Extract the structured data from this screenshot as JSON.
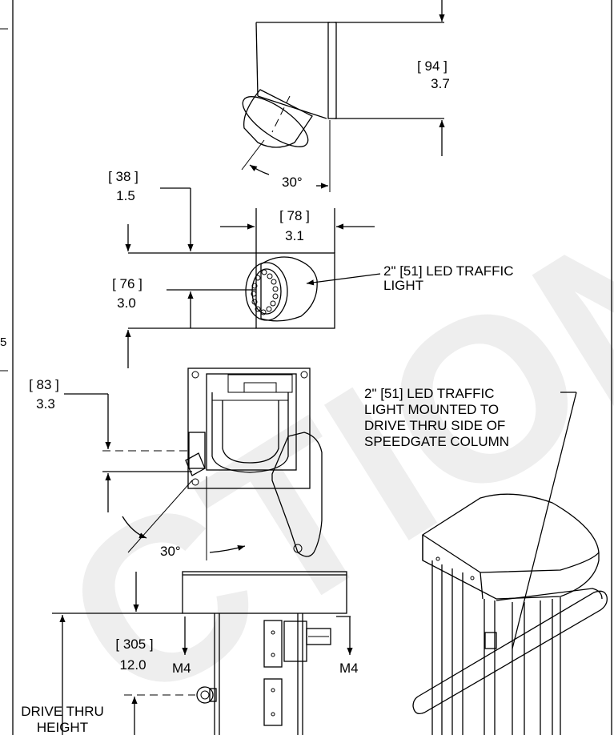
{
  "watermark": "CTION",
  "dimensions": {
    "top_view_height": {
      "mm": "94",
      "in": "3.7"
    },
    "top_view_angle": "30°",
    "front_offset": {
      "mm": "38",
      "in": "1.5"
    },
    "front_width": {
      "mm": "78",
      "in": "3.1"
    },
    "front_height": {
      "mm": "76",
      "in": "3.0"
    },
    "side_offset": {
      "mm": "83",
      "in": "3.3"
    },
    "side_angle": "30°",
    "column_offset": {
      "mm": "305",
      "in": "12.0"
    }
  },
  "callouts": {
    "led_light": [
      "2\" [51] LED TRAFFIC",
      "LIGHT"
    ],
    "led_mount": [
      "2\" [51] LED TRAFFIC",
      "LIGHT MOUNTED TO",
      "DRIVE THRU SIDE OF",
      "SPEEDGATE COLUMN"
    ]
  },
  "labels": {
    "m4_left": "M4",
    "m4_right": "M4",
    "drive_thru": [
      "DRIVE THRU",
      "HEIGHT"
    ],
    "margin_mark": "5"
  }
}
